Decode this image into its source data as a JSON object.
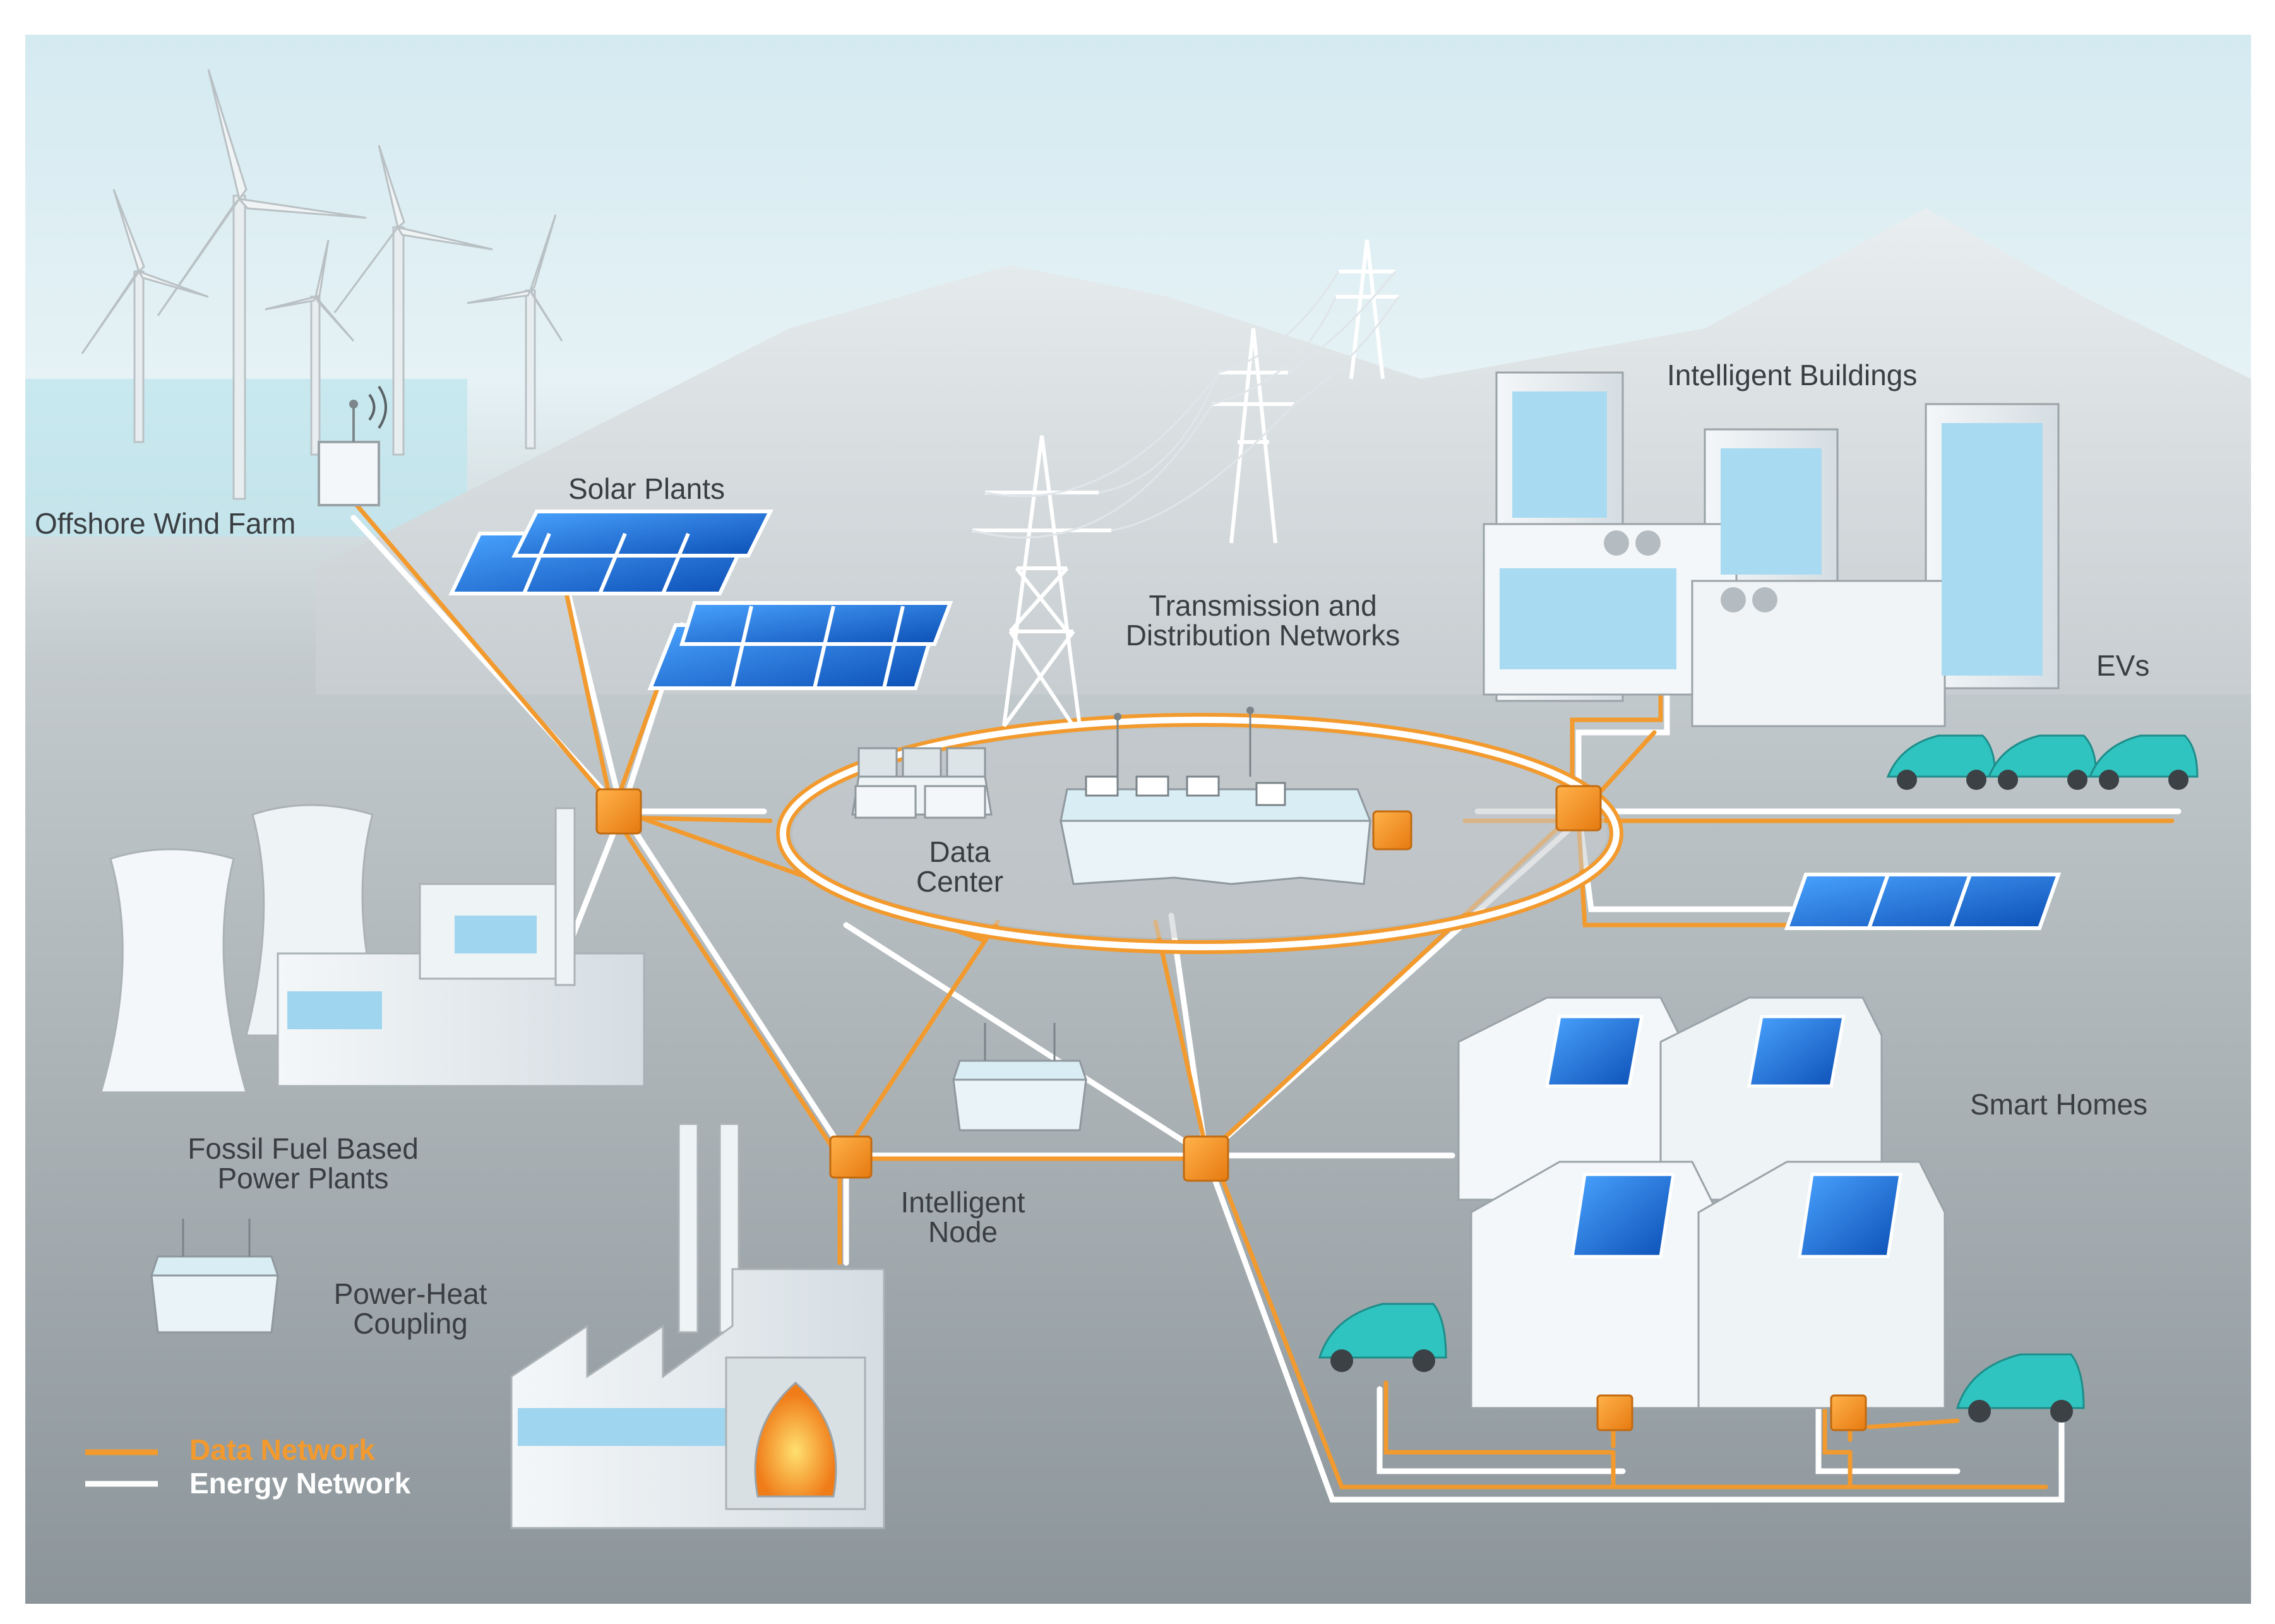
{
  "labels": {
    "offshore_wind_farm": "Offshore Wind Farm",
    "solar_plants": "Solar Plants",
    "transmission_line1": "Transmission and",
    "transmission_line2": "Distribution Networks",
    "intelligent_buildings": "Intelligent Buildings",
    "evs": "EVs",
    "data_center_line1": "Data",
    "data_center_line2": "Center",
    "fossil_line1": "Fossil Fuel Based",
    "fossil_line2": "Power Plants",
    "power_heat_line1": "Power-Heat",
    "power_heat_line2": "Coupling",
    "intelligent_node_line1": "Intelligent",
    "intelligent_node_line2": "Node",
    "smart_homes": "Smart Homes"
  },
  "legend": {
    "data_network": "Data Network",
    "energy_network": "Energy Network"
  },
  "colors": {
    "data_network": "#f29a2e",
    "energy_network": "#ffffff",
    "node": "#f08a1c",
    "solar_panel": "#1f6fd6",
    "ev_body": "#2fc4c0",
    "sky_top": "#d6ecf2",
    "ground": "#8f989d"
  }
}
